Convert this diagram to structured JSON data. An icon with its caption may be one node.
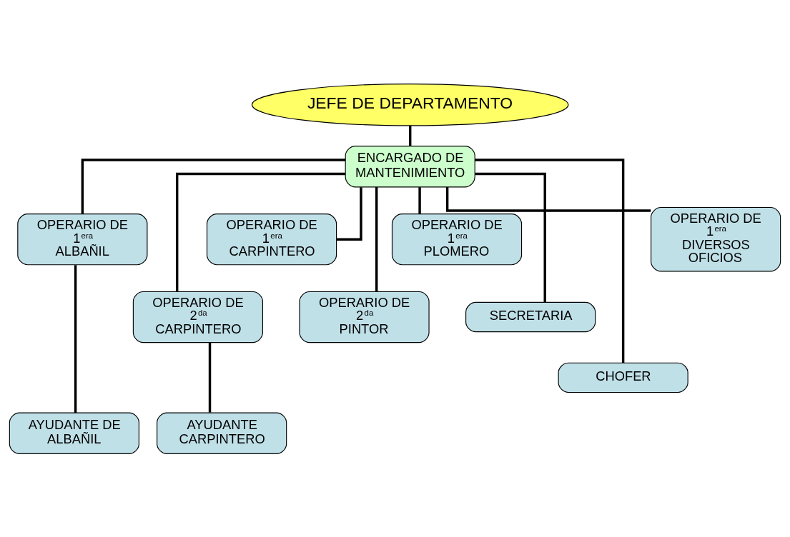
{
  "diagram": {
    "nodes": [
      {
        "text": [
          "JEFE DE DEPARTAMENTO"
        ]
      },
      {
        "text": [
          "ENCARGADO DE MANTENIMIENTO"
        ]
      },
      {
        "text": [
          "OPERARIO DE 1$^{era}$ ALBAÑIL"
        ]
      },
      {
        "text": [
          "OPERARIO DE 2$^{da}$ CARPINTERO"
        ]
      },
      {
        "text": [
          "OPERARIO DE 1$^{era}$ CARPINTERO"
        ]
      },
      {
        "text": [
          "OPERARIO DE 2$^{da}$ PINTOR"
        ]
      },
      {
        "text": [
          "OPERARIO DE 1$^{era}$ PLOMERO"
        ]
      },
      {
        "text": [
          "SECRETARIA"
        ]
      },
      {
        "text": [
          "CHOFER"
        ]
      },
      {
        "text": [
          "OPERARIO DE 1$^{era}$ DIVERSOS OFICIOS"
        ]
      },
      {
        "text": [
          "AYUDANTE DE ALBAÑIL"
        ]
      },
      {
        "text": [
          "AYUDANTE CARPINTERO"
        ]
      }
    ],
    "edges": [
      {
        "from": 0,
        "to": 1,
        "arrow": "none"
      },
      {
        "from": 1,
        "to": 2,
        "arrow": "none"
      },
      {
        "from": 1,
        "to": 3,
        "arrow": "none"
      },
      {
        "from": 1,
        "to": 4,
        "arrow": "none"
      },
      {
        "from": 1,
        "to": 5,
        "arrow": "none"
      },
      {
        "from": 1,
        "to": 6,
        "arrow": "none"
      },
      {
        "from": 1,
        "to": 7,
        "arrow": "none"
      },
      {
        "from": 1,
        "to": 8,
        "arrow": "none"
      },
      {
        "from": 1,
        "to": 9,
        "arrow": "none"
      },
      {
        "from": 2,
        "to": 10,
        "arrow": "none"
      },
      {
        "from": 3,
        "to": 11,
        "arrow": "none"
      }
    ]
  }
}
